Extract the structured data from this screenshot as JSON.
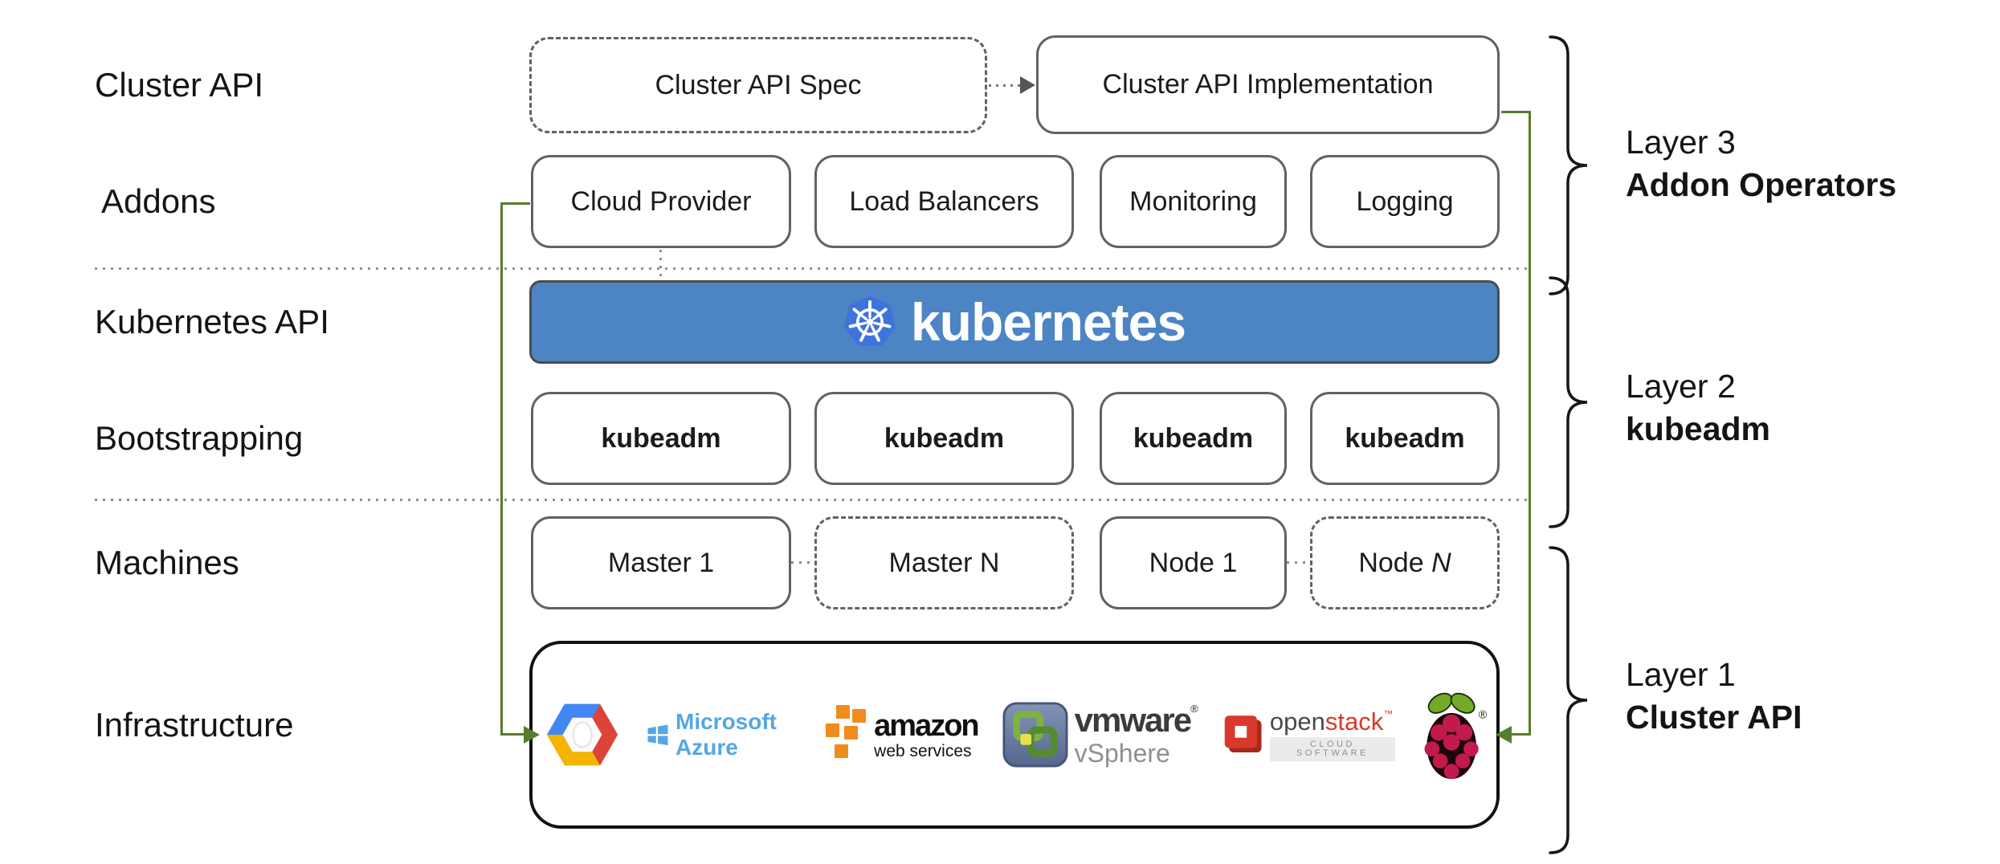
{
  "colors": {
    "accent_green": "#567d2c",
    "banner_blue": "#4d84c4",
    "kubernetes_blue": "#3e73de",
    "box_border_gray": "#5f6368",
    "azure_blue": "#55a7e0",
    "aws_orange": "#f08c1e",
    "openstack_red": "#d8392c",
    "raspberry_red": "#c21a4a",
    "leaf_green": "#75a928",
    "gcp_blue": "#4285f4",
    "gcp_red": "#db4437",
    "gcp_yellow": "#f4b400"
  },
  "left_labels": {
    "cluster_api": "Cluster API",
    "addons": "Addons",
    "kubernetes_api": "Kubernetes API",
    "bootstrapping": "Bootstrapping",
    "machines": "Machines",
    "infrastructure": "Infrastructure"
  },
  "cluster_api_row": {
    "spec": "Cluster API Spec",
    "implementation": "Cluster API Implementation"
  },
  "addons_row": [
    "Cloud Provider",
    "Load Balancers",
    "Monitoring",
    "Logging"
  ],
  "banner": {
    "brand": "kubernetes"
  },
  "bootstrapping_row": [
    "kubeadm",
    "kubeadm",
    "kubeadm",
    "kubeadm"
  ],
  "machines_row": {
    "master1": "Master 1",
    "masterN": "Master N",
    "node1": "Node 1",
    "nodeN_prefix": "Node ",
    "nodeN_italic": "N"
  },
  "infrastructure_row": {
    "azure_text": "Microsoft Azure",
    "aws_line1": "amazon",
    "aws_line2": "web services",
    "vmware_line1": "vmware",
    "vmware_reg": "®",
    "vmware_line2": "vSphere",
    "openstack_part1": "open",
    "openstack_part2": "stack",
    "openstack_tm": "™",
    "openstack_sub": "CLOUD SOFTWARE",
    "rpi_reg": "®"
  },
  "layers": [
    {
      "line1": "Layer 3",
      "line2": "Addon Operators"
    },
    {
      "line1": "Layer 2",
      "line2": "kubeadm"
    },
    {
      "line1": "Layer 1",
      "line2": "Cluster API"
    }
  ]
}
